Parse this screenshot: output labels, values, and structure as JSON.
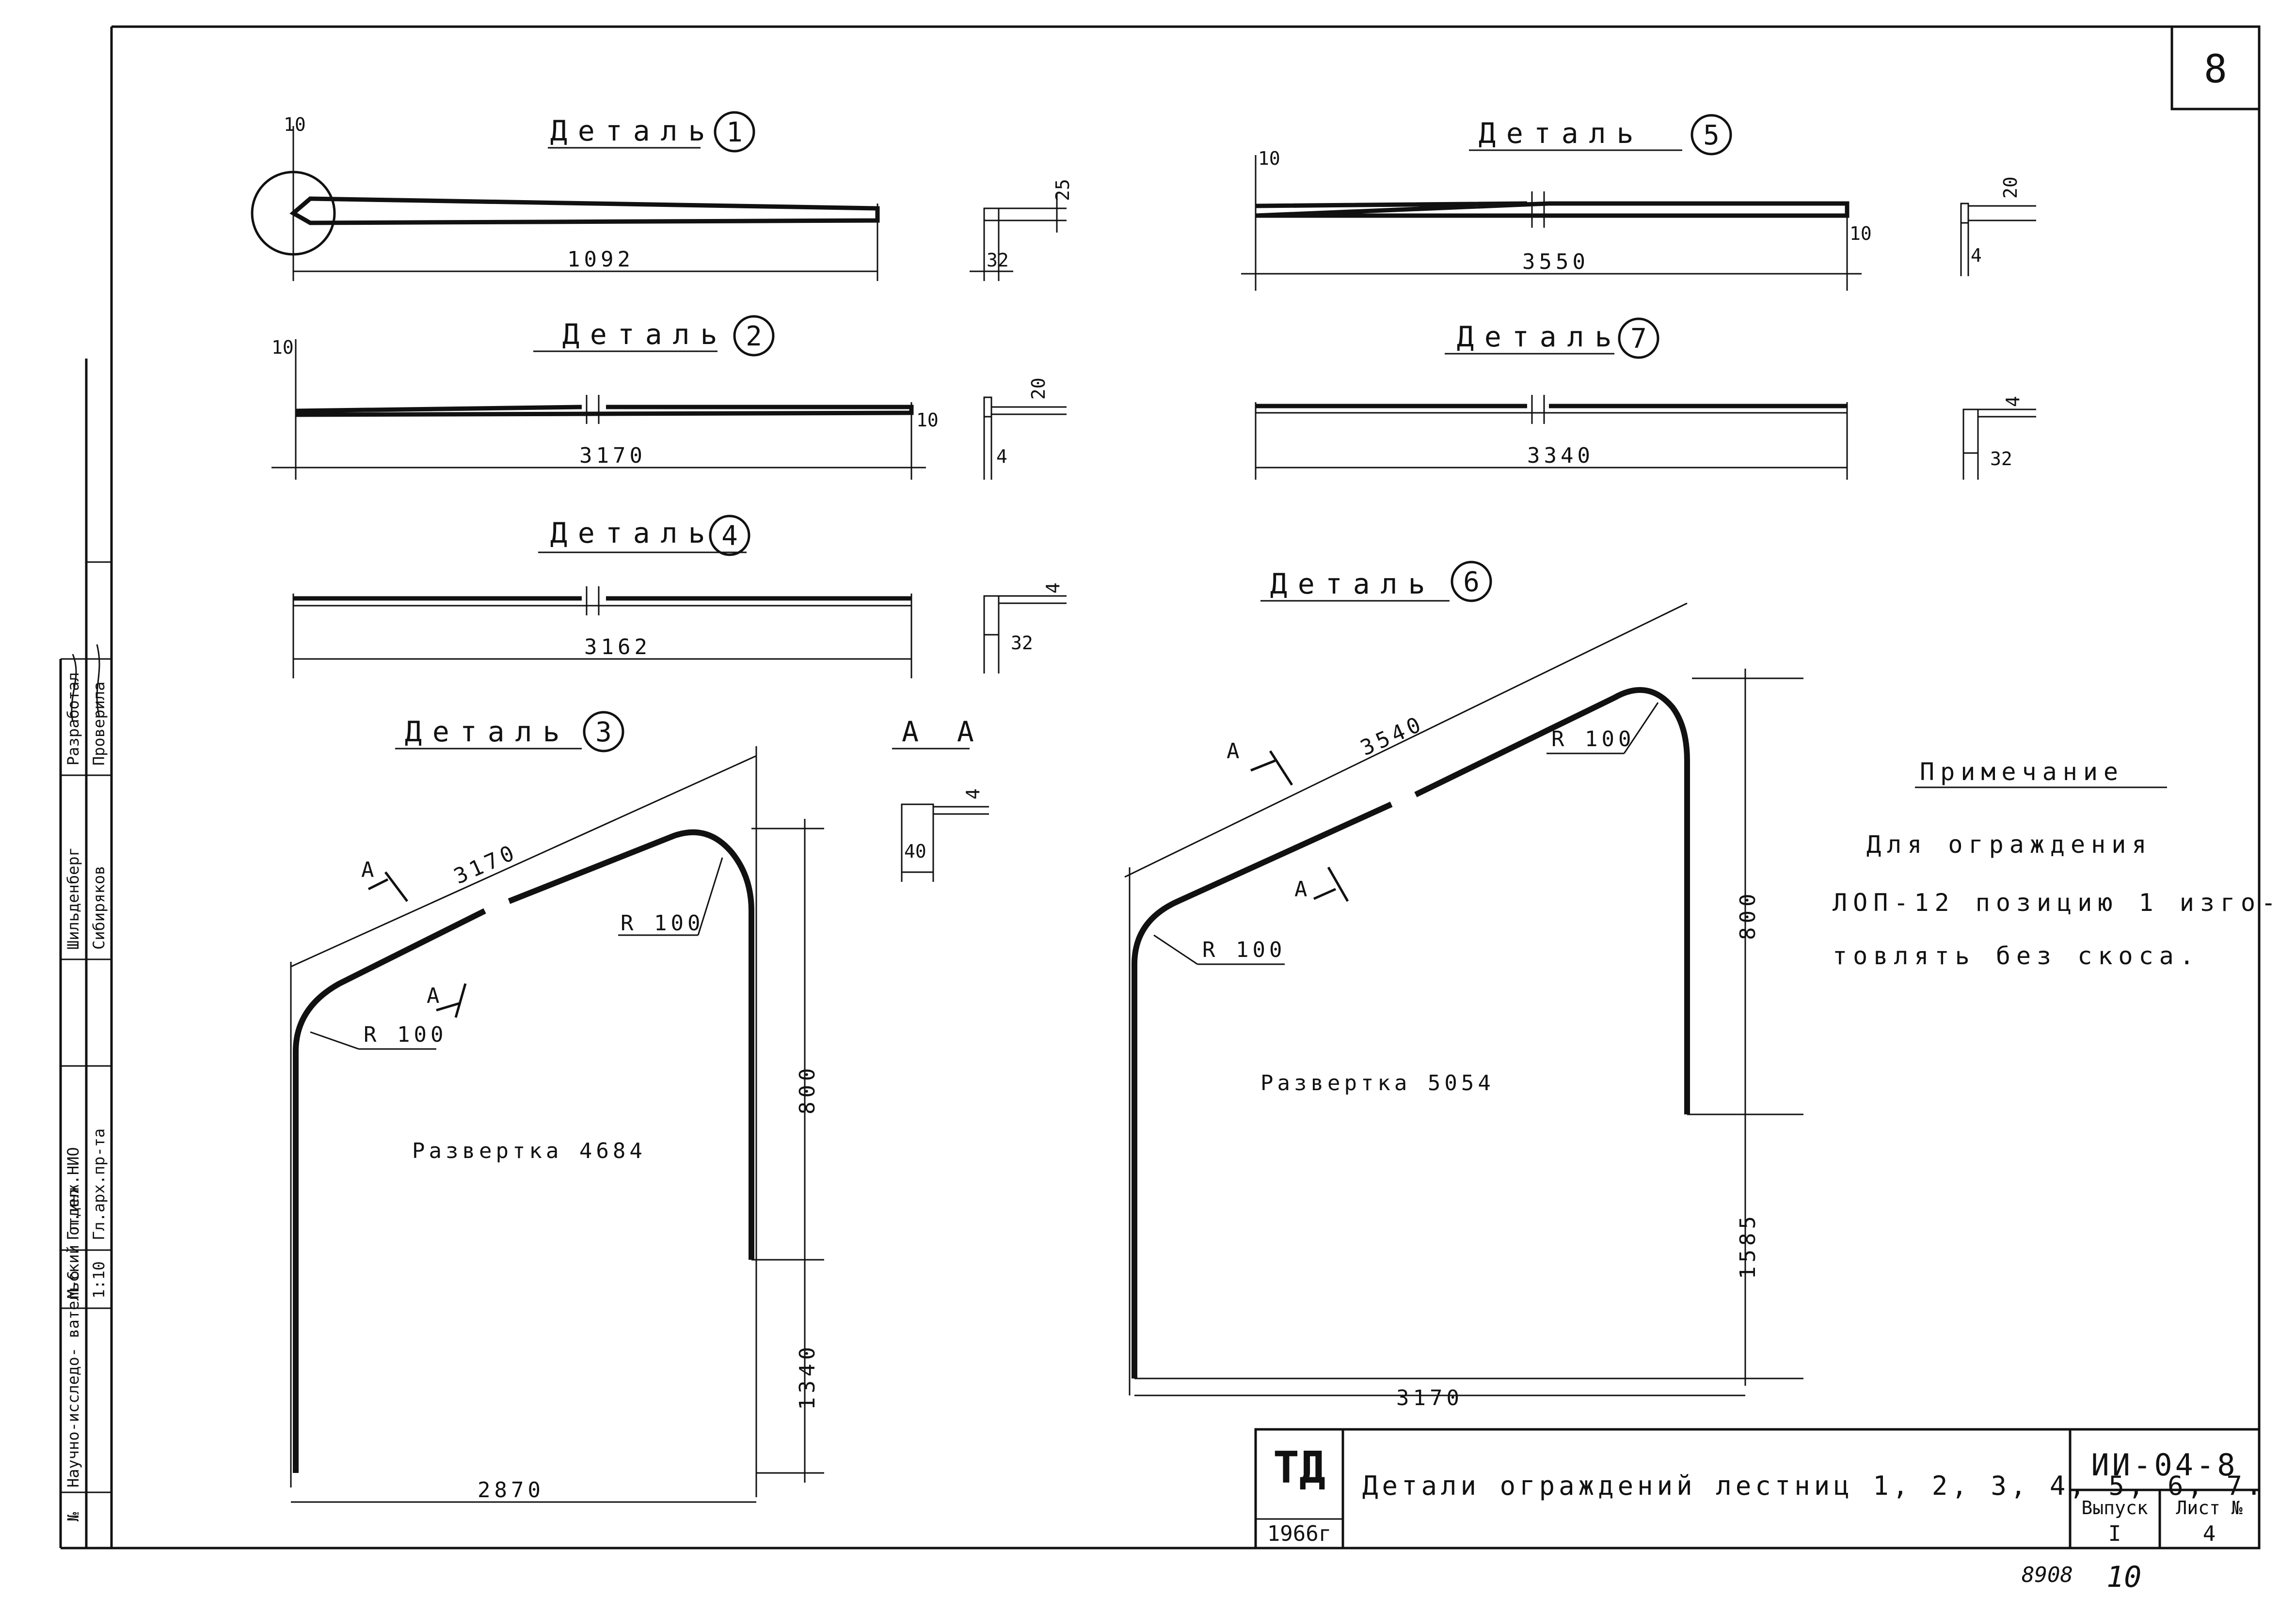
{
  "sheet_number": "8",
  "details": {
    "d1": {
      "title": "Деталь",
      "num": "1",
      "length": "1092",
      "top_dim": "10",
      "sec_h": "25",
      "sec_w": "32"
    },
    "d2": {
      "title": "Деталь",
      "num": "2",
      "length": "3170",
      "top_dim": "10",
      "end_dim": "10",
      "sec_h": "20",
      "sec_w": "4"
    },
    "d4": {
      "title": "Деталь",
      "num": "4",
      "length": "3162",
      "sec_h": "4",
      "sec_w": "32"
    },
    "d5": {
      "title": "Деталь",
      "num": "5",
      "length": "3550",
      "top_dim": "10",
      "end_dim": "10",
      "sec_h": "20",
      "sec_w": "4"
    },
    "d7": {
      "title": "Деталь",
      "num": "7",
      "length": "3340",
      "sec_h": "4",
      "sec_w": "32"
    },
    "d3": {
      "title": "Деталь",
      "num": "3",
      "incline": "3170",
      "radius1": "R 100",
      "radius2": "R 100",
      "height_top": "800",
      "height_bottom": "1340",
      "width": "2870",
      "development": "Развертка 4684",
      "cut": "А"
    },
    "d6": {
      "title": "Деталь",
      "num": "6",
      "incline": "3540",
      "radius1": "R 100",
      "radius2": "R 100",
      "height_top": "800",
      "height_bottom": "1585",
      "width": "3170",
      "development": "Развертка 5054",
      "cut": "А"
    }
  },
  "section_aa": {
    "title": "А А",
    "width": "40",
    "thick": "4"
  },
  "note": {
    "heading": "Примечание",
    "lines": [
      "Для ограждения",
      "ЛОП-12 позицию 1 изго-",
      "товлять без скоса."
    ]
  },
  "title_block": {
    "org_logo": "ТД",
    "year": "1966г",
    "title": "Детали ограждений лестниц 1, 2, 3, 4, 5, 6, 7.",
    "code": "ИИ-04-8",
    "issue_label": "Выпуск",
    "issue_value": "I",
    "sheet_label": "Лист №",
    "sheet_value": "4"
  },
  "side_stamp": {
    "no": "№",
    "dept": "Научно-исследо- вательский отдел",
    "scale1": "М-6",
    "scale2": "1:10",
    "role1": "Гл.инж.НИО",
    "role2": "Гл.арх.пр-та",
    "name1": "Шильденберг",
    "name2": "Сибиряков",
    "role3": "Разработал",
    "role4": "Проверила"
  },
  "footer": {
    "archive": "8908",
    "page": "10"
  }
}
